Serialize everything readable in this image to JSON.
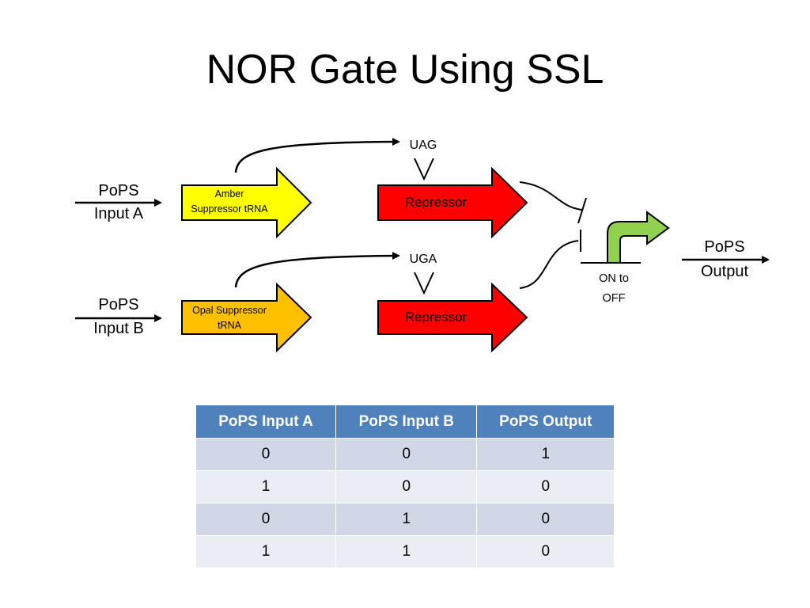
{
  "title": "NOR Gate Using SSL",
  "diagram": {
    "input_a": {
      "line1": "PoPS",
      "line2": "Input A"
    },
    "input_b": {
      "line1": "PoPS",
      "line2": "Input B"
    },
    "amber_trna": {
      "line1": "Amber",
      "line2": "Suppressor tRNA",
      "color": "#ffff00"
    },
    "opal_trna": {
      "line1": "Opal Suppressor",
      "line2": "tRNA",
      "color": "#ffc000"
    },
    "codon_top": "UAG",
    "codon_bottom": "UGA",
    "repressor_top": "Repressor",
    "repressor_bottom": "Repressor",
    "repressor_color": "#ff0000",
    "promoter": {
      "line1": "ON to",
      "line2": "OFF",
      "arrow_color": "#92d050"
    },
    "output": {
      "line1": "PoPS",
      "line2": "Output"
    }
  },
  "table": {
    "headers": [
      "PoPS Input A",
      "PoPS Input B",
      "PoPS Output"
    ],
    "rows": [
      [
        "0",
        "0",
        "1"
      ],
      [
        "1",
        "0",
        "0"
      ],
      [
        "0",
        "1",
        "0"
      ],
      [
        "1",
        "1",
        "0"
      ]
    ],
    "header_color": "#4f81bd"
  }
}
